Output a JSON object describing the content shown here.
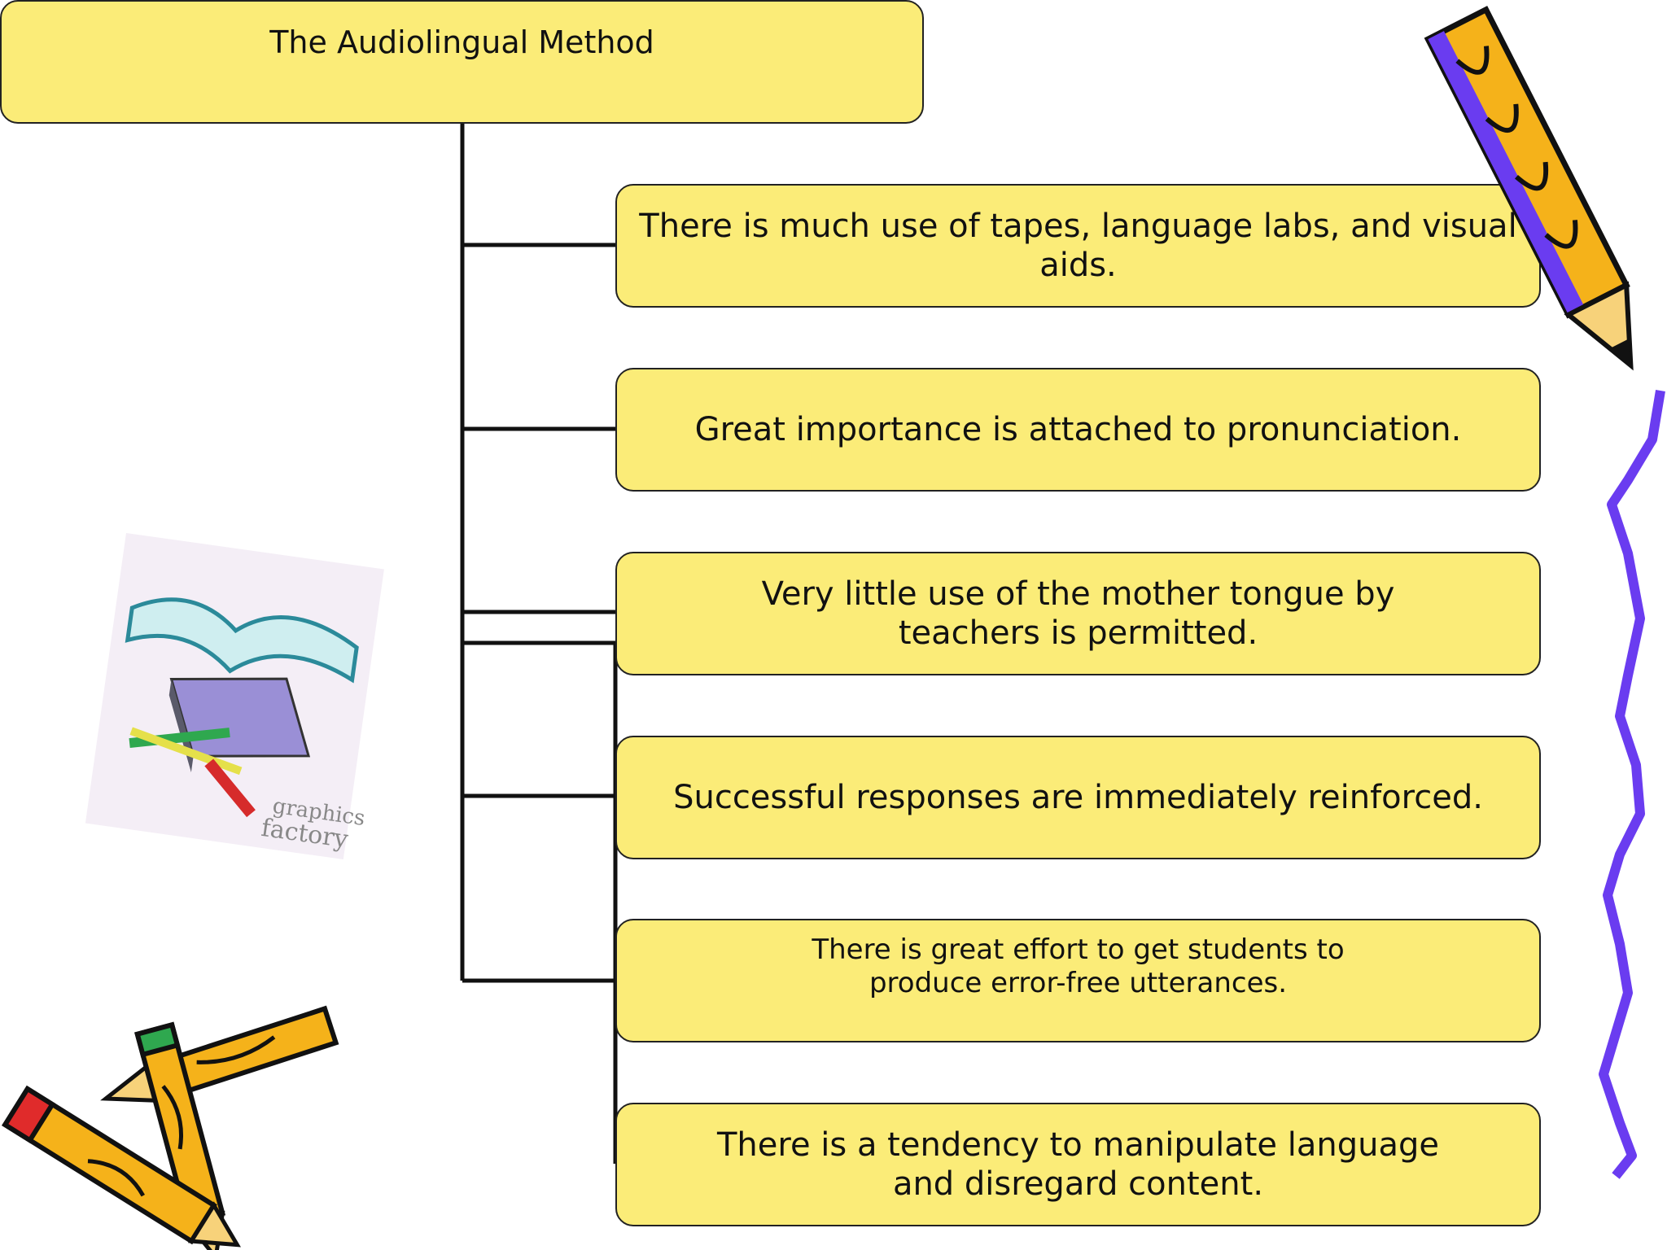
{
  "diagram": {
    "title": "The Audiolingual Method",
    "items": [
      "There is much use of tapes, language labs, and visual aids.",
      "Great importance is attached to pronunciation.",
      "Very little use of the mother tongue by\nteachers is permitted.",
      "Successful responses are immediately reinforced.",
      "There is great effort to get students to\nproduce error-free utterances.",
      "There is a tendency to manipulate language\nand disregard content."
    ]
  },
  "clipart": {
    "books_caption_line1": "graphics",
    "books_caption_line2": "factory"
  },
  "colors": {
    "box_fill": "#fbec78",
    "pencil_yellow": "#f5b21a",
    "squiggle_purple": "#6a3cf0"
  }
}
